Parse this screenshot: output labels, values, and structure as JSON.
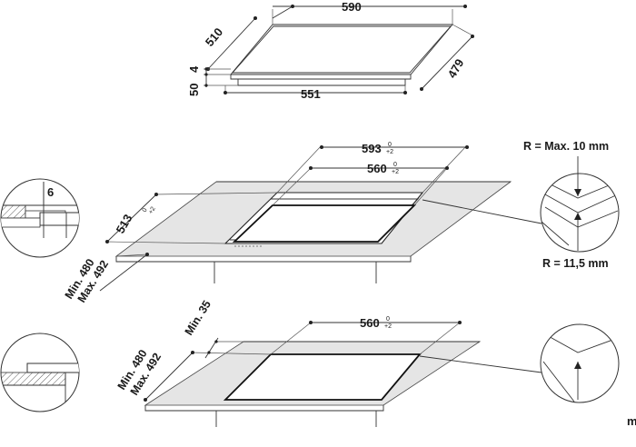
{
  "top_view": {
    "width_top": "590",
    "depth_left": "510",
    "height_glass": "4",
    "height_body": "50",
    "width_bottom": "551",
    "depth_right": "479"
  },
  "cutout_flush": {
    "outer_width": "593",
    "outer_width_tol_top": "0",
    "outer_width_tol_bottom": "+2",
    "inner_width": "560",
    "inner_width_tol_top": "0",
    "inner_width_tol_bottom": "+2",
    "depth": "513",
    "depth_tol_top": "0",
    "depth_tol_bottom": "+2",
    "min_label": "Min. 480",
    "max_label": "Max. 492",
    "recess_depth": "6",
    "radius_max": "R = Max. 10 mm",
    "radius_inner": "R = 11,5 mm"
  },
  "cutout_standard": {
    "width": "560",
    "width_tol_top": "0",
    "width_tol_bottom": "+2",
    "min_label": "Min. 480",
    "max_label": "Max. 492",
    "min_edge": "Min. 35",
    "unit_fragment": "m"
  }
}
